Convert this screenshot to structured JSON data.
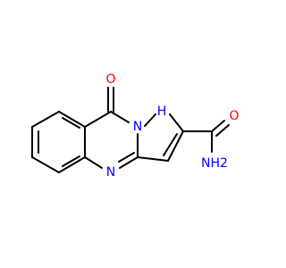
{
  "molecule": {
    "atoms": {
      "o_ketone": "O",
      "n_ring_h": "N",
      "h_on_n": "H",
      "n_quinazoline": "N",
      "o_amide": "O",
      "nh2_amide": "NH2"
    },
    "colors": {
      "bond": "#000000",
      "oxygen": "#ff0000",
      "nitrogen": "#0000ff"
    }
  }
}
